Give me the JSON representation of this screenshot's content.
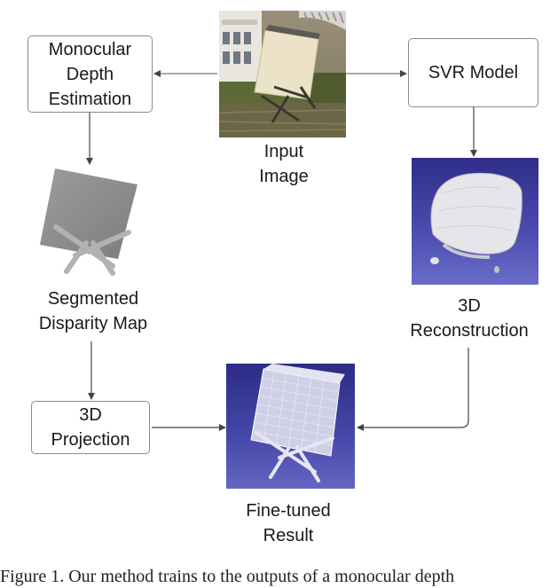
{
  "nodes": {
    "depth_estimation": "Monocular\nDepth\nEstimation",
    "svr_model": "SVR Model",
    "input_image": "Input\nImage",
    "disparity_map": "Segmented\nDisparity Map",
    "reconstruction": "3D\nReconstruction",
    "projection": "3D\nProjection",
    "result": "Fine-tuned\nResult"
  },
  "caption": "Figure 1. Our method trains to the outputs of a monocular depth"
}
